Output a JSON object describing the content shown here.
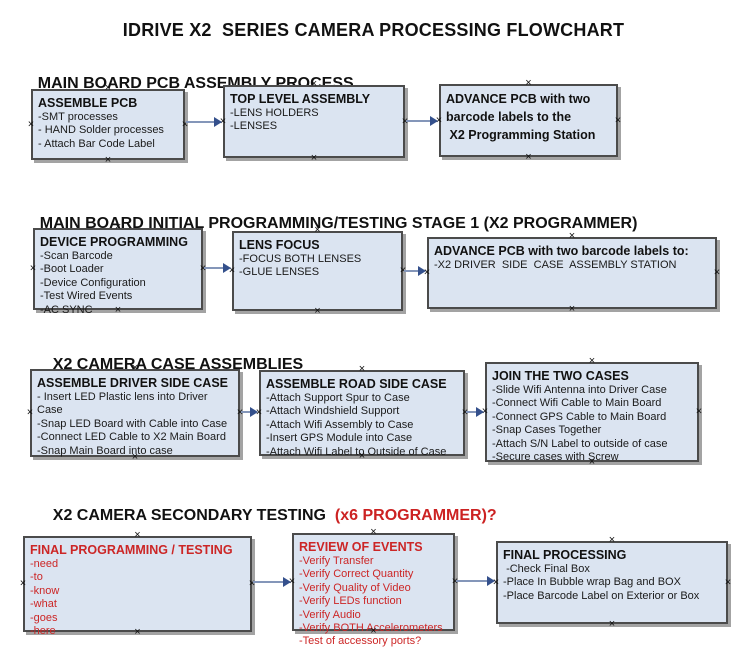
{
  "title": "IDRIVE X2  SERIES CAMERA PROCESSING FLOWCHART",
  "colors": {
    "box_fill": "#dbe4f1",
    "box_border": "#4b4b4b",
    "red_text": "#cc2626",
    "arrow_line": "#8496b9",
    "arrow_head": "#34508c"
  },
  "sections": [
    {
      "heading": "MAIN BOARD PCB ASSEMBLY PROCESS",
      "heading_red": "",
      "boxes": [
        {
          "title": "ASSEMBLE PCB",
          "items": [
            "-SMT processes",
            "- HAND Solder processes",
            "- Attach Bar Code Label"
          ]
        },
        {
          "title": "TOP LEVEL ASSEMBLY",
          "items": [
            "-LENS HOLDERS",
            "-LENSES"
          ]
        },
        {
          "title": "ADVANCE PCB with two barcode labels to the\n X2 Programming Station",
          "items": []
        }
      ]
    },
    {
      "heading": "MAIN BOARD INITIAL PROGRAMMING/TESTING STAGE 1 (X2 PROGRAMMER)",
      "heading_red": "",
      "boxes": [
        {
          "title": "DEVICE PROGRAMMING",
          "items": [
            "-Scan Barcode",
            "-Boot Loader",
            "-Device Configuration",
            "-Test Wired Events",
            "-AC SYNC"
          ]
        },
        {
          "title": "LENS FOCUS",
          "items": [
            "-FOCUS BOTH LENSES",
            "-GLUE LENSES"
          ]
        },
        {
          "title": "ADVANCE PCB with two barcode labels to:",
          "items": [
            "-X2 DRIVER  SIDE  CASE  ASSEMBLY STATION"
          ]
        }
      ]
    },
    {
      "heading": "X2 CAMERA CASE ASSEMBLIES",
      "heading_red": "",
      "boxes": [
        {
          "title": "ASSEMBLE DRIVER SIDE CASE",
          "items": [
            "- Insert LED Plastic lens into Driver Case",
            "-Snap LED Board with Cable into Case",
            "-Connect LED Cable to X2 Main Board",
            "-Snap Main Board into case"
          ]
        },
        {
          "title": "ASSEMBLE ROAD SIDE CASE",
          "items": [
            "-Attach Support Spur to Case",
            "-Attach Windshield Support",
            "-Attach Wifi Assembly to Case",
            "-Insert GPS Module into Case",
            "-Attach Wifi Label to Outside of Case"
          ]
        },
        {
          "title": "JOIN THE TWO CASES",
          "items": [
            "-Slide Wifi Antenna into Driver Case",
            "-Connect Wifi Cable to Main Board",
            "-Connect GPS Cable to Main Board",
            "-Snap Cases Together",
            "-Attach S/N Label to outside of case",
            "-Secure cases with Screw"
          ]
        }
      ]
    },
    {
      "heading": "X2 CAMERA SECONDARY TESTING ",
      "heading_red": " (x6 PROGRAMMER)?",
      "boxes": [
        {
          "title": "FINAL PROGRAMMING / TESTING",
          "items": [
            "-need",
            "-to",
            "-know",
            "-what",
            "-goes",
            "-here"
          ]
        },
        {
          "title": "REVIEW OF EVENTS",
          "items": [
            "-Verify Transfer",
            "-Verify Correct Quantity",
            "-Verify Quality of Video",
            "-Verify LEDs function",
            "-Verify Audio",
            "-Verify BOTH Accelerometers",
            "-Test of accessory ports?"
          ]
        },
        {
          "title": "FINAL PROCESSING",
          "items": [
            " -Check Final Box",
            "-Place In Bubble wrap Bag and BOX",
            "-Place Barcode Label on Exterior or Box"
          ]
        }
      ]
    }
  ]
}
